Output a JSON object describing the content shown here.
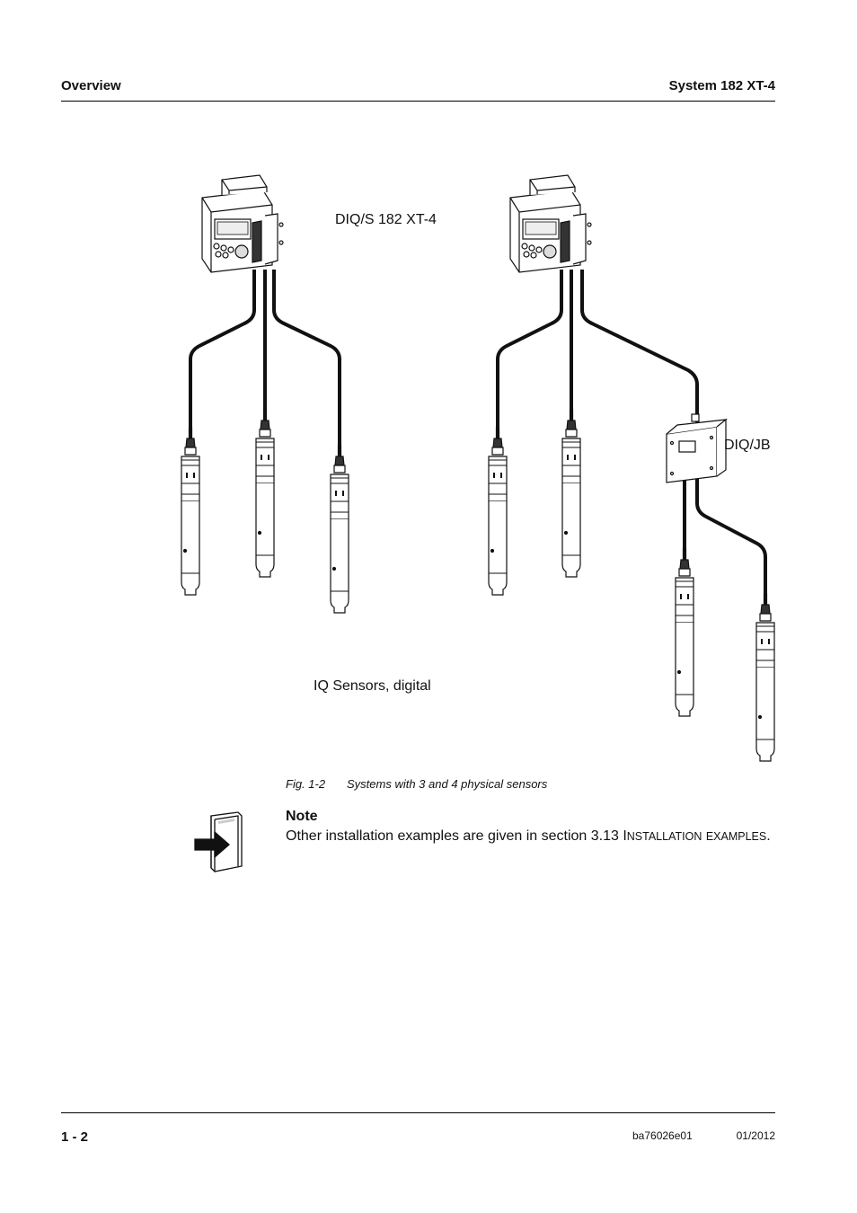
{
  "header": {
    "section": "Overview",
    "product": "System 182 XT-4"
  },
  "figure": {
    "label_controller": "DIQ/S 182 XT-4",
    "label_junction_box": "DIQ/JB",
    "label_sensors": "IQ Sensors, digital",
    "caption_number": "Fig. 1-2",
    "caption_text": "Systems with 3 and 4 physical sensors",
    "icons": {
      "controller": "terminal-controller-icon",
      "junction": "junction-box-icon",
      "sensor": "iq-sensor-icon"
    }
  },
  "note": {
    "title": "Note",
    "text_before": "Other installation examples are given in section 3.13 I",
    "text_smallcaps_1": "nstallation",
    "text_smallcaps_2": "examples",
    "text_after": ".",
    "icon": "book-arrow-icon"
  },
  "footer": {
    "page": "1 - 2",
    "doc_id": "ba76026e01",
    "date": "01/2012"
  }
}
